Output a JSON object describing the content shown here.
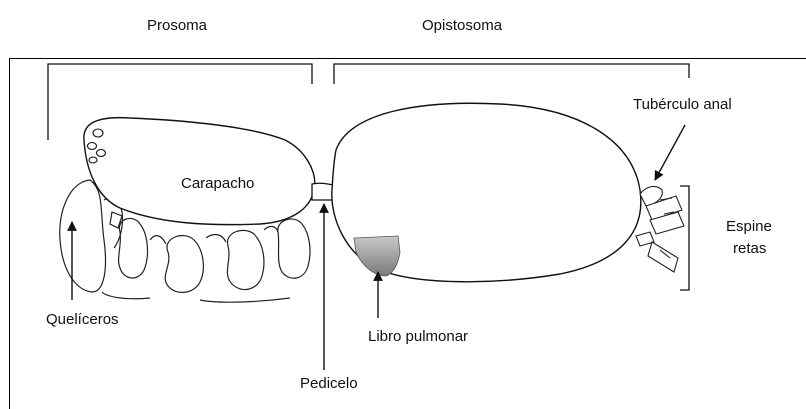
{
  "headers": {
    "prosoma": "Prosoma",
    "opistosoma": "Opistosoma"
  },
  "labels": {
    "carapacho": "Carapacho",
    "tuberculo_anal": "Tubérculo anal",
    "espineretas_line1": "Espine",
    "espineretas_line2": "retas",
    "queliceros": "Quelíceros",
    "libro_pulmonar": "Libro pulmonar",
    "pedicelo": "Pedicelo"
  },
  "colors": {
    "stroke": "#111111",
    "lung_fill": "#8a8a8a"
  }
}
